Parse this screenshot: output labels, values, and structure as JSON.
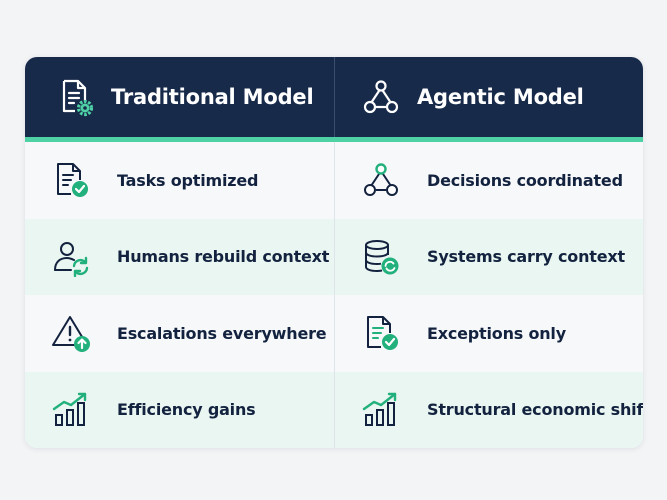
{
  "headers": {
    "traditional": {
      "title": "Traditional Model",
      "icon": "document-gear-icon"
    },
    "agentic": {
      "title": "Agentic Model",
      "icon": "network-nodes-icon"
    }
  },
  "rows": [
    {
      "traditional": {
        "label": "Tasks optimized",
        "icon": "document-check-icon"
      },
      "agentic": {
        "label": "Decisions coordinated",
        "icon": "network-nodes-icon"
      }
    },
    {
      "traditional": {
        "label": "Humans rebuild context",
        "icon": "user-refresh-icon"
      },
      "agentic": {
        "label": "Systems carry context",
        "icon": "database-refresh-icon"
      }
    },
    {
      "traditional": {
        "label": "Escalations everywhere",
        "icon": "warning-arrow-up-icon"
      },
      "agentic": {
        "label": "Exceptions only",
        "icon": "document-check-icon"
      }
    },
    {
      "traditional": {
        "label": "Efficiency gains",
        "icon": "bar-chart-growth-icon"
      },
      "agentic": {
        "label": "Structural economic shift",
        "icon": "bar-chart-growth-icon"
      }
    }
  ],
  "colors": {
    "header_bg": "#172a4a",
    "accent": "#4fd1a6",
    "icon_green": "#22b07d",
    "text_dark": "#13233f"
  }
}
